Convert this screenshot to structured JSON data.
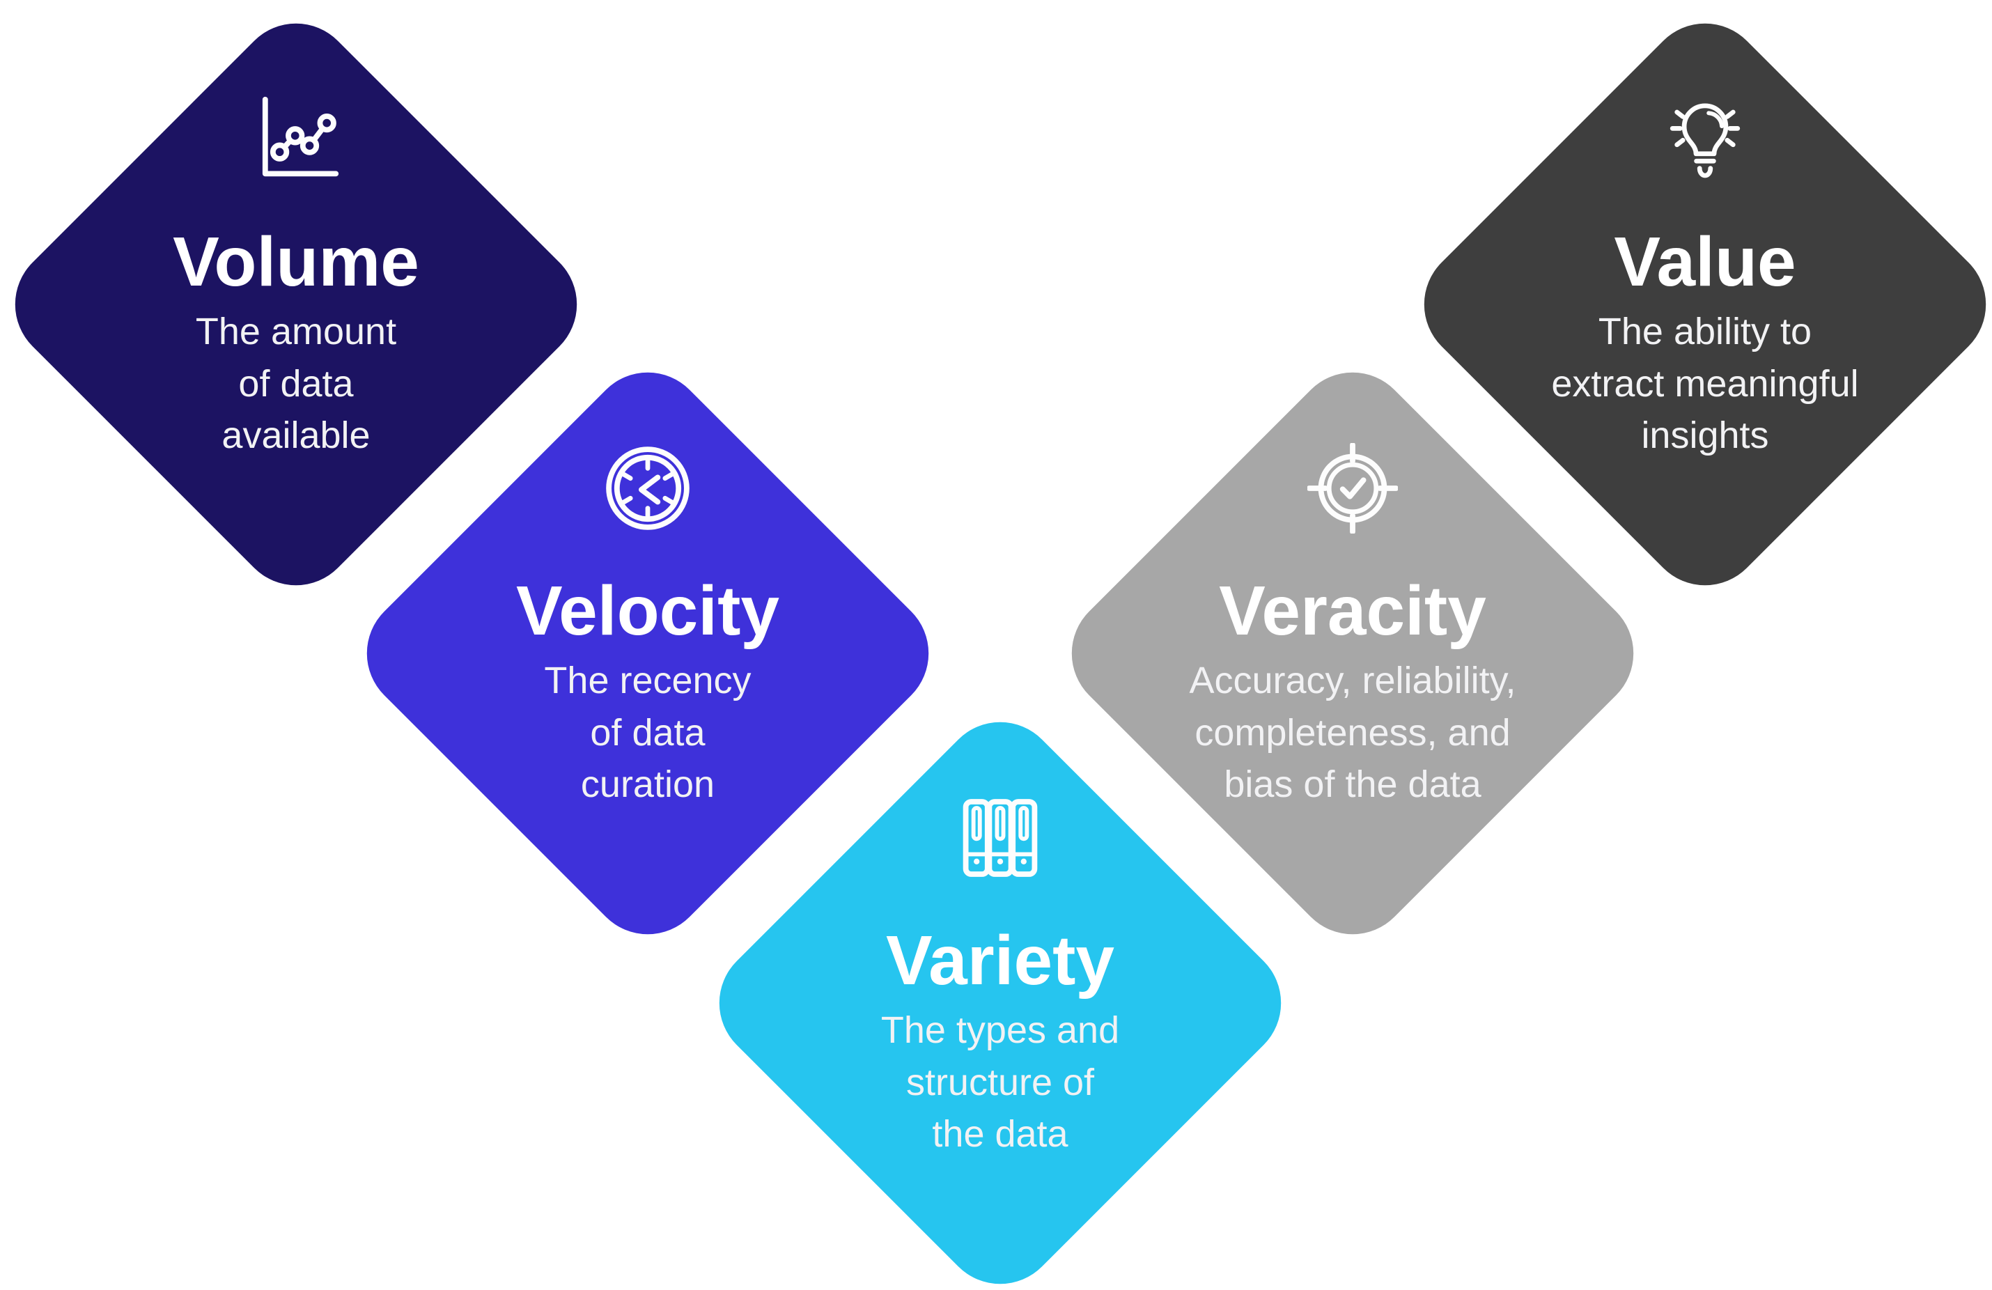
{
  "page": {
    "background": "#ffffff"
  },
  "diamonds": [
    {
      "title": "Volume",
      "description": "The amount\nof data\navailable",
      "color": "#1c1362",
      "icon": "line-chart"
    },
    {
      "title": "Velocity",
      "description": "The recency\nof data\ncuration",
      "color": "#3e31da",
      "icon": "clock"
    },
    {
      "title": "Variety",
      "description": "The types and\nstructure of\nthe data",
      "color": "#26c5ef",
      "icon": "binders"
    },
    {
      "title": "Veracity",
      "description": "Accuracy, reliability,\ncompleteness, and\nbias of the data",
      "color": "#a7a7a7",
      "icon": "target-check"
    },
    {
      "title": "Value",
      "description": "The ability to\nextract meaningful\ninsights",
      "color": "#3e3e3e",
      "icon": "lightbulb"
    }
  ],
  "text": {
    "title_color": "#ffffff",
    "description_color": "#f2f2f4",
    "icon_color": "#fdfdfd"
  }
}
